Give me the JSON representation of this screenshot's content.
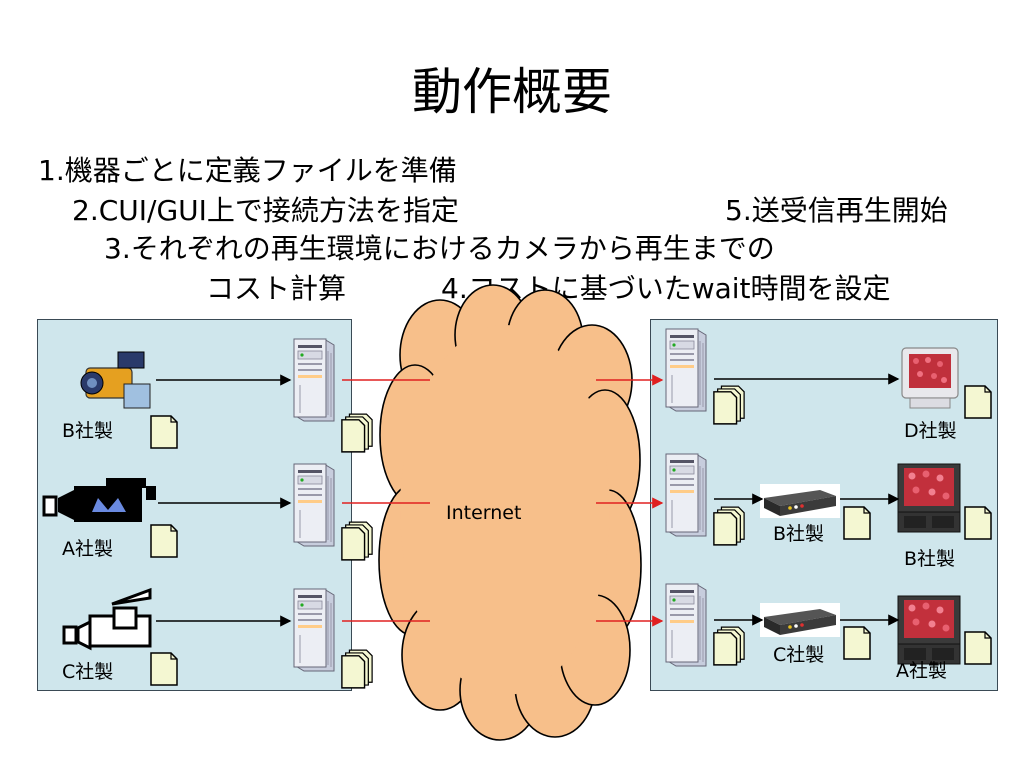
{
  "title": "動作概要",
  "steps": [
    "1.機器ごとに定義ファイルを準備",
    "2.CUI/GUI上で接続方法を指定",
    "5.送受信再生開始",
    "3.それぞれの再生環境におけるカメラから再生までの",
    "コスト計算",
    "4.コストに基づいたwait時間を設定"
  ],
  "left_devices": [
    "B社製",
    "A社製",
    "C社製"
  ],
  "cloud_label": "Internet",
  "right_labels": {
    "monitor_top": "D社製",
    "player_mid": "B社製",
    "tv_mid": "B社製",
    "player_bottom": "C社製",
    "tv_bottom": "A社製"
  },
  "colors": {
    "panel": "#cfe6ec",
    "cloud": "#f7bf8a",
    "arrow_red": "#e02020"
  }
}
